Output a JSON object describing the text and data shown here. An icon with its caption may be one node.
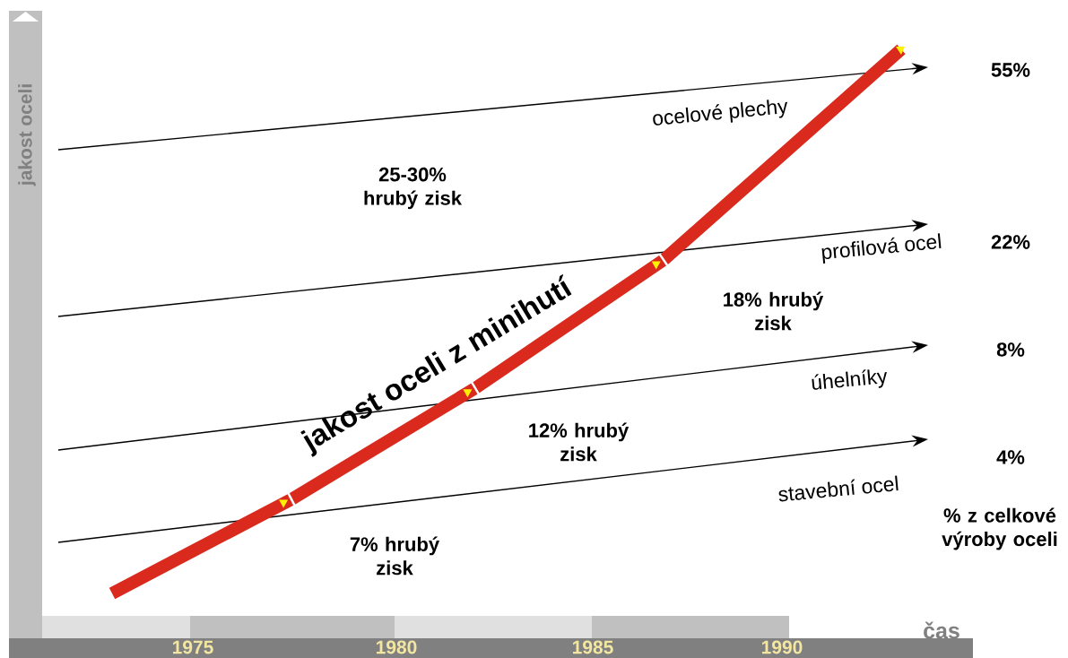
{
  "diagram": {
    "labels": [
      "jakost oceli",
      "55%",
      "ocelové plechy",
      "25-30% hrubý zisk",
      "profilová ocel",
      "22%",
      "jakost oceli z minihutí",
      "18% hrubý zisk",
      "8%",
      "úhelníky",
      "12% hrubý zisk",
      "4%",
      "stavební ocel",
      "% z celkové výroby oceli",
      "7% hrubý zisk",
      "čas",
      "1975",
      "1980",
      "1985",
      "1990"
    ]
  }
}
